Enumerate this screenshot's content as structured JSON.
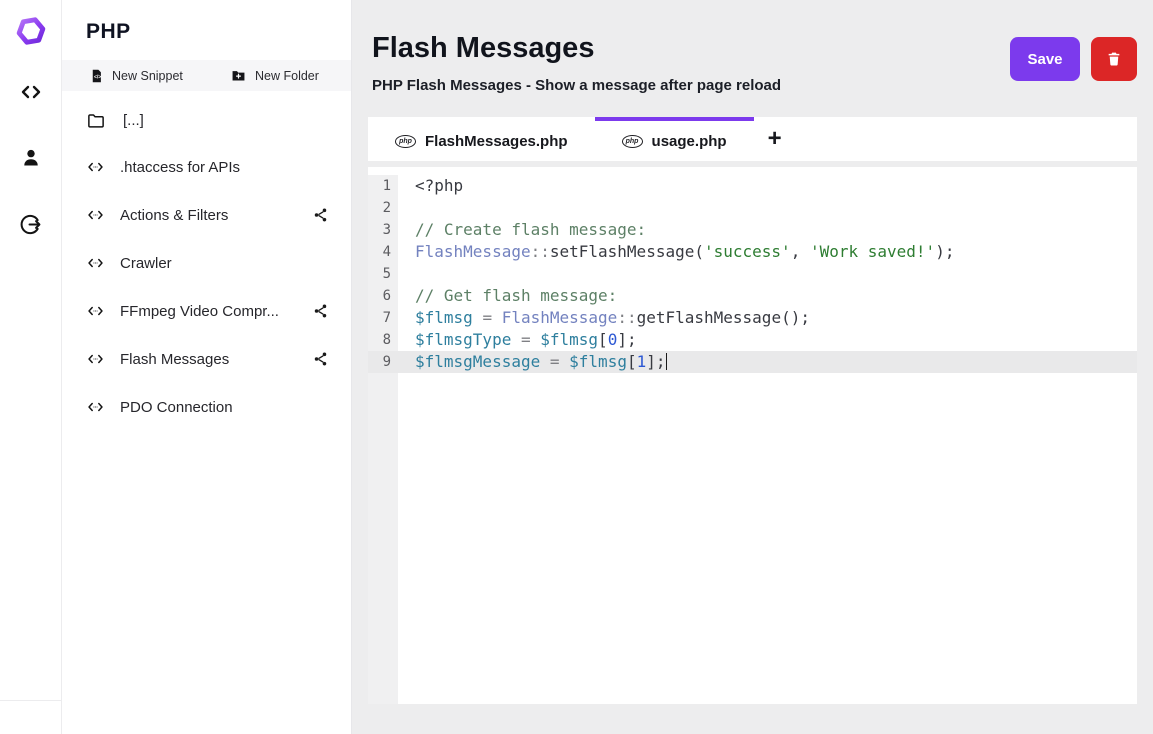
{
  "app": {
    "accent_color": "#7c3aed",
    "danger_color": "#dc2626",
    "logo_icon": "hexagon-logo"
  },
  "rail": {
    "icons": [
      "code-icon",
      "user-icon",
      "logout-icon"
    ]
  },
  "sidebar": {
    "title": "PHP",
    "actions": {
      "new_snippet": "New Snippet",
      "new_folder": "New Folder"
    },
    "folder_label": "[...]",
    "items": [
      {
        "label": ".htaccess for APIs",
        "shared": false
      },
      {
        "label": "Actions & Filters",
        "shared": true
      },
      {
        "label": "Crawler",
        "shared": false
      },
      {
        "label": "FFmpeg Video Compr...",
        "shared": true
      },
      {
        "label": "Flash Messages",
        "shared": true
      },
      {
        "label": "PDO Connection",
        "shared": false
      }
    ]
  },
  "main": {
    "title": "Flash Messages",
    "subtitle": "PHP Flash Messages - Show a message after page reload",
    "save_label": "Save",
    "delete_icon": "trash-icon",
    "tabs": [
      {
        "label": "FlashMessages.php",
        "icon": "php-icon",
        "active": false
      },
      {
        "label": "usage.php",
        "icon": "php-icon",
        "active": true
      }
    ],
    "add_tab_label": "+"
  },
  "editor": {
    "active_line": 9,
    "lines": [
      [
        {
          "t": "<?php",
          "c": "plain"
        }
      ],
      [],
      [
        {
          "t": "// Create flash message:",
          "c": "comment"
        }
      ],
      [
        {
          "t": "FlashMessage",
          "c": "class"
        },
        {
          "t": "::",
          "c": "op"
        },
        {
          "t": "setFlashMessage(",
          "c": "plain"
        },
        {
          "t": "'success'",
          "c": "string"
        },
        {
          "t": ", ",
          "c": "plain"
        },
        {
          "t": "'Work saved!'",
          "c": "string"
        },
        {
          "t": ");",
          "c": "plain"
        }
      ],
      [],
      [
        {
          "t": "// Get flash message:",
          "c": "comment"
        }
      ],
      [
        {
          "t": "$flmsg",
          "c": "var"
        },
        {
          "t": " ",
          "c": "plain"
        },
        {
          "t": "=",
          "c": "op"
        },
        {
          "t": " ",
          "c": "plain"
        },
        {
          "t": "FlashMessage",
          "c": "class"
        },
        {
          "t": "::",
          "c": "op"
        },
        {
          "t": "getFlashMessage();",
          "c": "plain"
        }
      ],
      [
        {
          "t": "$flmsgType",
          "c": "var"
        },
        {
          "t": " ",
          "c": "plain"
        },
        {
          "t": "=",
          "c": "op"
        },
        {
          "t": " ",
          "c": "plain"
        },
        {
          "t": "$flmsg",
          "c": "var"
        },
        {
          "t": "[",
          "c": "plain"
        },
        {
          "t": "0",
          "c": "num"
        },
        {
          "t": "];",
          "c": "plain"
        }
      ],
      [
        {
          "t": "$flmsgMessage",
          "c": "var"
        },
        {
          "t": " ",
          "c": "plain"
        },
        {
          "t": "=",
          "c": "op"
        },
        {
          "t": " ",
          "c": "plain"
        },
        {
          "t": "$flmsg",
          "c": "var"
        },
        {
          "t": "[",
          "c": "plain"
        },
        {
          "t": "1",
          "c": "num"
        },
        {
          "t": "];",
          "c": "plain"
        }
      ]
    ]
  }
}
